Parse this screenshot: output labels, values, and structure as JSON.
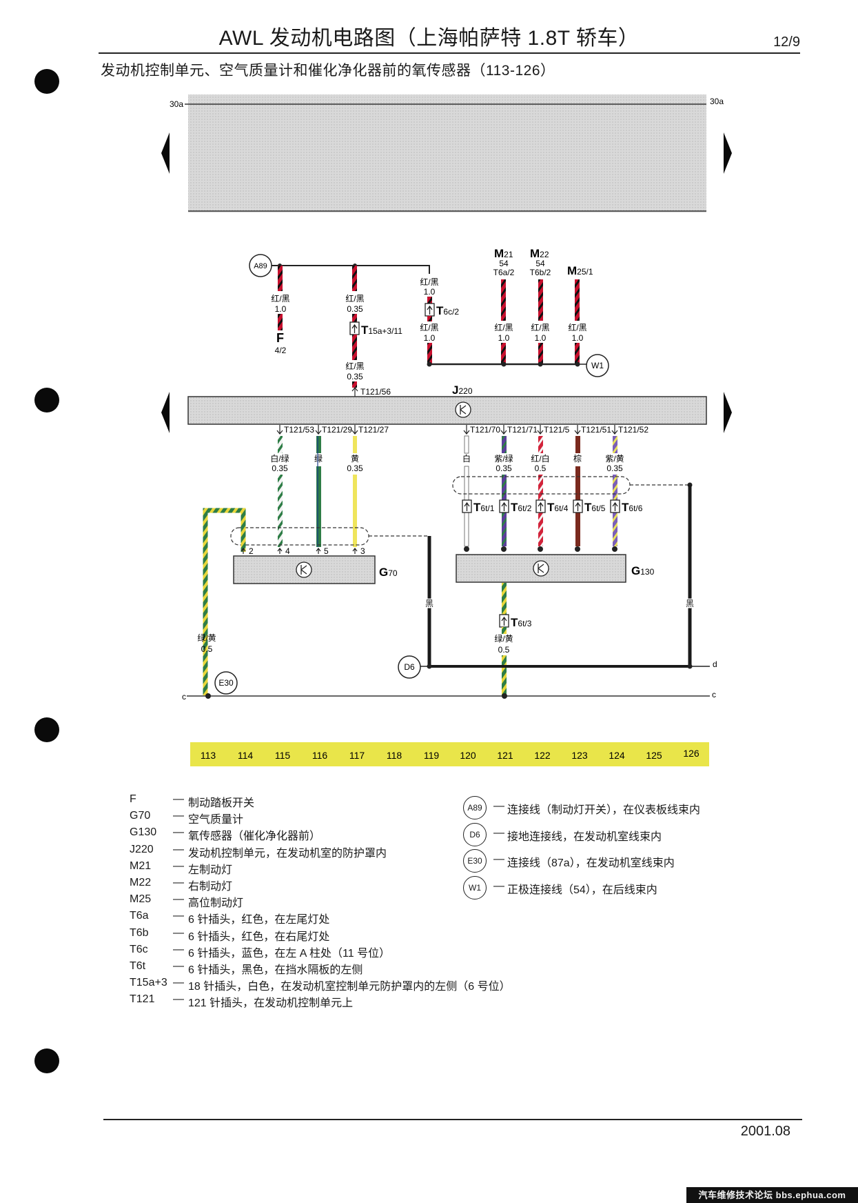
{
  "header": {
    "title": "AWL 发动机电路图（上海帕萨特 1.8T 轿车）",
    "page_number": "12/9",
    "subtitle": "发动机控制单元、空气质量计和催化净化器前的氧传感器（113-126）"
  },
  "diagram": {
    "bus_top_label": "30a",
    "ecu_label": "J",
    "ecu_sub": "220",
    "ecu_pin_top": "T121/56",
    "ecu_pins_bottom": [
      "T121/53",
      "T121/29",
      "T121/27",
      "T121/70",
      "T121/71",
      "T121/5",
      "T121/51",
      "T121/52"
    ],
    "connector_a89": "A89",
    "connector_w1": "W1",
    "connector_d6": "D6",
    "connector_e30": "E30",
    "fuse_f_label": "F",
    "fuse_f_sub": "4/2",
    "lamps": [
      {
        "name": "M",
        "sub": "21",
        "pin": "54",
        "plug": "T6a/2"
      },
      {
        "name": "M",
        "sub": "22",
        "pin": "54",
        "plug": "T6b/2"
      },
      {
        "name": "M",
        "sub": "25/1",
        "pin": "",
        "plug": ""
      }
    ],
    "wire_red_black": "红/黑",
    "wire_size_10": "1.0",
    "wire_size_035": "0.35",
    "wire_size_05": "0.5",
    "t15_label": "T",
    "t15_sub": "15a+3/11",
    "t6c_label": "T",
    "t6c_sub": "6c/2",
    "g70_wires": [
      {
        "color": "白/绿",
        "size": "0.35"
      },
      {
        "color": "绿",
        "size": ""
      },
      {
        "color": "黄",
        "size": "0.35"
      }
    ],
    "g70_pins": [
      "2",
      "4",
      "5",
      "3"
    ],
    "g70_label": "G",
    "g70_sub": "70",
    "g130_wires": [
      {
        "color": "白",
        "size": ""
      },
      {
        "color": "紫/绿",
        "size": "0.35"
      },
      {
        "color": "红/白",
        "size": "0.5"
      },
      {
        "color": "棕",
        "size": ""
      },
      {
        "color": "紫/黄",
        "size": "0.35"
      }
    ],
    "t6t_subs": [
      "6t/1",
      "6t/2",
      "6t/4",
      "6t/5",
      "6t/6"
    ],
    "t6t_bottom_sub": "6t/3",
    "t_letter": "T",
    "g130_label": "G",
    "g130_sub": "130",
    "wire_black": "黑",
    "wire_green_yellow": "绿/黄",
    "bus_d": "d",
    "bus_c": "c",
    "ruler": [
      "113",
      "114",
      "115",
      "116",
      "117",
      "118",
      "119",
      "120",
      "121",
      "122",
      "123",
      "124",
      "125",
      "126"
    ]
  },
  "legend": [
    {
      "code": "F",
      "desc": "制动踏板开关"
    },
    {
      "code": "G70",
      "desc": "空气质量计"
    },
    {
      "code": "G130",
      "desc": "氧传感器（催化净化器前）"
    },
    {
      "code": "J220",
      "desc": "发动机控制单元，在发动机室的防护罩内"
    },
    {
      "code": "M21",
      "desc": "左制动灯"
    },
    {
      "code": "M22",
      "desc": "右制动灯"
    },
    {
      "code": "M25",
      "desc": "高位制动灯"
    },
    {
      "code": "T6a",
      "desc": "6 针插头，红色，在左尾灯处"
    },
    {
      "code": "T6b",
      "desc": "6 针插头，红色，在右尾灯处"
    },
    {
      "code": "T6c",
      "desc": "6 针插头，蓝色，在左 A 柱处（11 号位）"
    },
    {
      "code": "T6t",
      "desc": "6 针插头，黑色，在挡水隔板的左侧"
    },
    {
      "code": "T15a+3",
      "desc": "18 针插头，白色，在发动机室控制单元防护罩内的左侧（6 号位）"
    },
    {
      "code": "T121",
      "desc": "121 针插头，在发动机控制单元上"
    }
  ],
  "connector_legend": [
    {
      "code": "A89",
      "desc": "连接线（制动灯开关），在仪表板线束内"
    },
    {
      "code": "D6",
      "desc": "接地连接线，在发动机室线束内"
    },
    {
      "code": "E30",
      "desc": "连接线（87a），在发动机室线束内"
    },
    {
      "code": "W1",
      "desc": "正极连接线（54），在后线束内"
    }
  ],
  "legend_dash": "—",
  "footer": {
    "date": "2001.08",
    "watermark": "汽车维修技术论坛 bbs.ephua.com"
  }
}
